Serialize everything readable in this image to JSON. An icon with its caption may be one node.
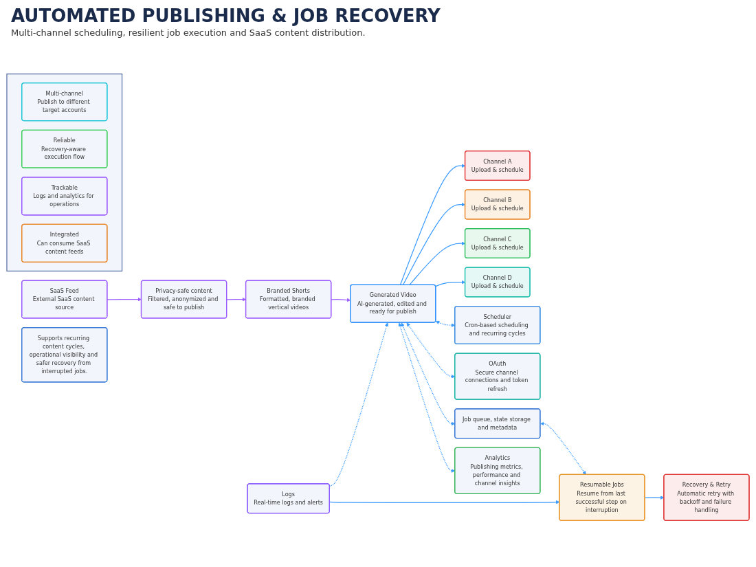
{
  "diagram": {
    "title": "AUTOMATED PUBLISHING & JOB RECOVERY",
    "nodes": [
      {
        "text": [
          "SaaS Feed",
          "External SaaS content source"
        ]
      },
      {
        "text": [
          "Privacy-safe content",
          "Filtered, anonymized and safe to publish"
        ]
      },
      {
        "text": [
          "Branded Shorts",
          "Formatted, branded vertical videos"
        ]
      },
      {
        "text": [
          "Generated Video",
          "AI-generated, edited and ready for publish"
        ]
      },
      {
        "text": [
          "Channel A",
          "Upload & schedule"
        ]
      },
      {
        "text": [
          "Channel B",
          "Upload & schedule"
        ]
      },
      {
        "text": [
          "Channel C",
          "Upload & schedule"
        ]
      },
      {
        "text": [
          "Channel D",
          "Upload & schedule"
        ]
      },
      {
        "text": [
          "Supports recurring content cycles, operational visibility and safer recovery from interrupted jobs."
        ]
      },
      {
        "text": [
          "Scheduler",
          "Cron-based scheduling and recurring cycles"
        ]
      },
      {
        "text": [
          "OAuth",
          "Secure channel connections and token refresh"
        ]
      },
      {
        "text": [
          "Job queue, state storage and metadata"
        ]
      },
      {
        "text": [
          "Analytics",
          "Publishing metrics, performance and channel insights"
        ]
      },
      {
        "text": [
          "Logs",
          "Real-time logs and alerts"
        ]
      },
      {
        "text": [
          "Resumable Jobs",
          "Resume from last successful step on interruption"
        ]
      },
      {
        "text": [
          "Recovery & Retry",
          "Automatic retry with backoff and failure handling"
        ]
      },
      {
        "text": [],
        "shape": "box"
      },
      {
        "text": [
          "Multi-channel",
          "Publish to different target accounts"
        ],
        "in": 16
      },
      {
        "text": [
          "Reliable",
          "Recovery-aware execution flow"
        ],
        "in": 16
      },
      {
        "text": [
          "Trackable",
          "Logs and analytics for operations"
        ],
        "in": 16
      },
      {
        "text": [
          "Integrated",
          "Can consume SaaS content feeds"
        ],
        "in": 16
      }
    ],
    "edges": [
      {
        "from": 0,
        "to": 1,
        "arrow": "to",
        "color": "#9b5cff"
      },
      {
        "from": 1,
        "to": 2,
        "arrow": "to",
        "color": "#9b5cff"
      },
      {
        "from": 2,
        "to": 3,
        "arrow": "to",
        "color": "#9b5cff"
      },
      {
        "from": 3,
        "to": 4,
        "arrow": "to"
      },
      {
        "from": 3,
        "to": 5,
        "arrow": "to"
      },
      {
        "from": 3,
        "to": 6,
        "arrow": "to"
      },
      {
        "from": 3,
        "to": 7,
        "arrow": "to"
      },
      {
        "from": 3,
        "to": 9,
        "arrow": "both",
        "style": "dashed"
      },
      {
        "from": 3,
        "to": 10,
        "arrow": "both",
        "style": "dashed"
      },
      {
        "from": 3,
        "to": 11,
        "arrow": "both",
        "style": "dashed"
      },
      {
        "from": 3,
        "to": 12,
        "arrow": "both",
        "style": "dashed"
      },
      {
        "from": 13,
        "to": 3,
        "arrow": "to",
        "style": "dashed"
      },
      {
        "from": 13,
        "to": 14,
        "arrow": "to"
      },
      {
        "from": 14,
        "to": 15,
        "arrow": "to"
      },
      {
        "from": 11,
        "to": 14,
        "arrow": "both",
        "style": "dashed"
      }
    ],
    "labels": [
      "Multi-channel scheduling, resilient job execution and SaaS content distribution."
    ]
  }
}
